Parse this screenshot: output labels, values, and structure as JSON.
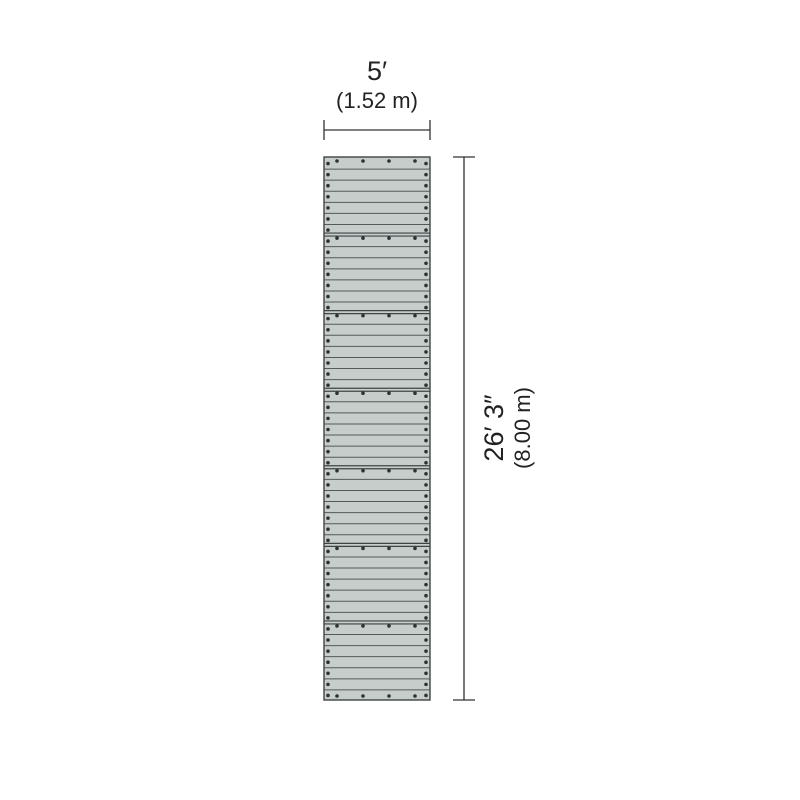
{
  "diagram": {
    "width_dimension": {
      "imperial": "5′",
      "metric": "(1.52 m)"
    },
    "length_dimension": {
      "imperial": "26′ 3″",
      "metric": "(8.00 m)"
    },
    "colors": {
      "deck_fill": "#c7cdcb",
      "plank_line": "#525a5a",
      "outline": "#3e4444",
      "bolt": "#2d3232",
      "dimension_line": "#333333",
      "text": "#222222"
    },
    "section_count": 7,
    "planks_per_section": 7
  }
}
